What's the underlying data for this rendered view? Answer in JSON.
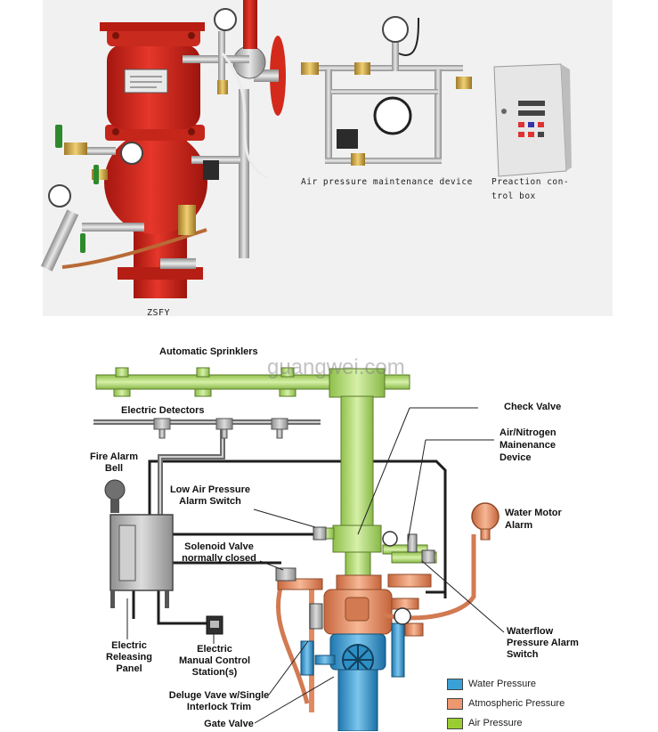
{
  "photo": {
    "model_label": "ZSFY",
    "air_device_label": "Air pressure maintenance device",
    "control_box_label_line1": "Preaction con-",
    "control_box_label_line2": "trol box"
  },
  "watermark": "guangwei.com",
  "diagram": {
    "labels": {
      "automatic_sprinklers": "Automatic Sprinklers",
      "electric_detectors": "Electric Detectors",
      "fire_alarm_bell_1": "Fire Alarm",
      "fire_alarm_bell_2": "Bell",
      "low_air_1": "Low Air Pressure",
      "low_air_2": "Alarm Switch",
      "solenoid_1": "Solenoid Valve",
      "solenoid_2": "normally closed",
      "releasing_panel_1": "Electric",
      "releasing_panel_2": "Releasing",
      "releasing_panel_3": "Panel",
      "manual_station_1": "Electric",
      "manual_station_2": "Manual Control",
      "manual_station_3": "Station(s)",
      "deluge_1": "Deluge Vave w/Single",
      "deluge_2": "Interlock Trim",
      "gate_valve": "Gate Valve",
      "check_valve": "Check Valve",
      "air_nitrogen_1": "Air/Nitrogen",
      "air_nitrogen_2": "Mainenance",
      "air_nitrogen_3": "Device",
      "water_motor_1": "Water Motor",
      "water_motor_2": "Alarm",
      "waterflow_1": "Waterflow",
      "waterflow_2": "Pressure Alarm",
      "waterflow_3": "Switch"
    },
    "legend": [
      {
        "label": "Water Pressure",
        "color": "#3aa0d8"
      },
      {
        "label": "Atmospheric Pressure",
        "color": "#ee9870"
      },
      {
        "label": "Air Pressure",
        "color": "#9acd32"
      }
    ]
  },
  "colors": {
    "valve_red": "#d42a1f",
    "air_green": "#b6dc7e",
    "atmos_orange": "#ee9870",
    "water_blue": "#3aa0d8",
    "panel_gray": "#b9b9b9"
  }
}
